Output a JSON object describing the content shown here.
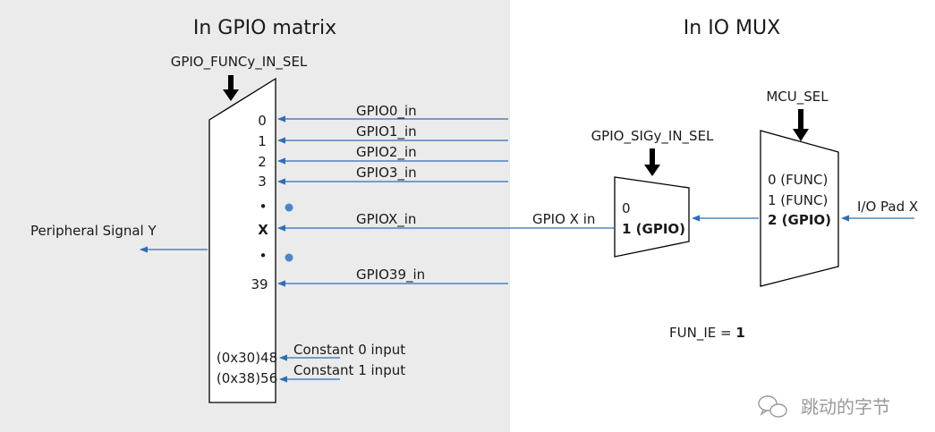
{
  "regions": {
    "gpio_matrix_title": "In GPIO matrix",
    "io_mux_title": "In IO MUX"
  },
  "gpio_matrix": {
    "select_label": "GPIO_FUNCy_IN_SEL",
    "inputs": [
      {
        "port": "0",
        "signal": "GPIO0_in"
      },
      {
        "port": "1",
        "signal": "GPIO1_in"
      },
      {
        "port": "2",
        "signal": "GPIO2_in"
      },
      {
        "port": "3",
        "signal": "GPIO3_in"
      },
      {
        "port": "X",
        "signal": "GPIOX_in"
      },
      {
        "port": "39",
        "signal": "GPIO39_in"
      }
    ],
    "ellipsis": "•",
    "constants": [
      {
        "port": "(0x30)48",
        "label": "Constant 0 input"
      },
      {
        "port": "(0x38)56",
        "label": "Constant 1 input"
      }
    ],
    "output_label": "Peripheral Signal Y"
  },
  "sig_mux": {
    "select_label": "GPIO_SIGy_IN_SEL",
    "port0": "0",
    "port1": "1 (GPIO)",
    "input_label": "GPIO X in"
  },
  "io_mux": {
    "select_label": "MCU_SEL",
    "port0": "0 (FUNC)",
    "port1": "1 (FUNC)",
    "port2": "2 (GPIO)",
    "pad_label": "I/O Pad X",
    "fun_ie_prefix": "FUN_IE = ",
    "fun_ie_value": "1"
  },
  "watermark": "跳动的字节",
  "colors": {
    "matrix_bg": "#ebebeb",
    "arrow_blue": "#2f6eb5",
    "dot_blue": "#4a86c8",
    "black": "#000000"
  }
}
